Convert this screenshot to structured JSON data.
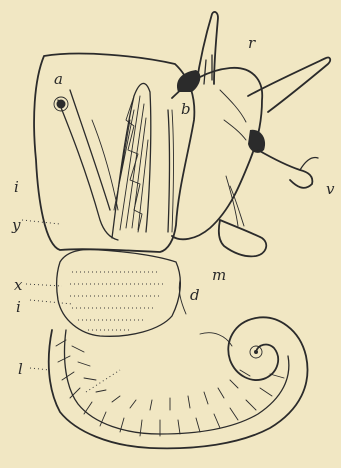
{
  "figure": {
    "labels": {
      "a": "a",
      "b": "b",
      "r": "r",
      "v": "v",
      "i_upper": "i",
      "y": "y",
      "x": "x",
      "i_lower": "i",
      "l": "l",
      "d": "d",
      "m": "m"
    },
    "colors": {
      "paper": "#f1e7c3",
      "ink": "#2b2b2b"
    }
  }
}
